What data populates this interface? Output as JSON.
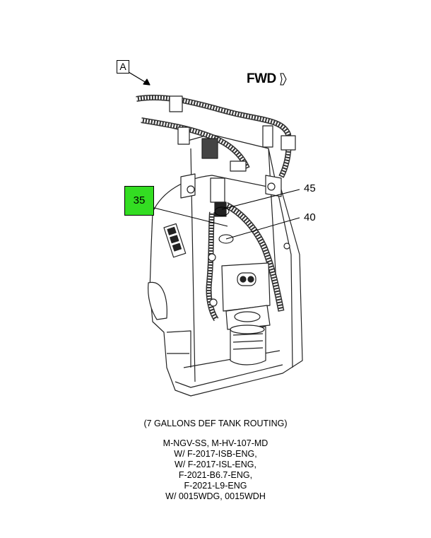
{
  "diagram": {
    "view_label": "A",
    "fwd_label": "FWD",
    "callouts": {
      "highlighted": "35",
      "c45": "45",
      "c40": "40"
    },
    "highlight_color": "#33dd22"
  },
  "caption": "(7 GALLONS DEF TANK ROUTING)",
  "applicability": [
    "M-NGV-SS, M-HV-107-MD",
    "W/ F-2017-ISB-ENG,",
    "W/ F-2017-ISL-ENG,",
    "F-2021-B6.7-ENG,",
    "F-2021-L9-ENG",
    "W/ 0015WDG, 0015WDH"
  ]
}
